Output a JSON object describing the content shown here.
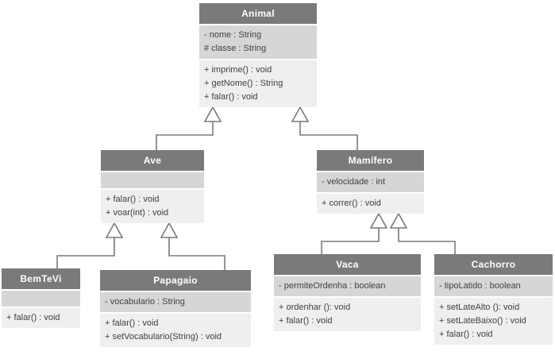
{
  "colors": {
    "canvas_bg": "#ffffff",
    "header_bg": "#7a7a7a",
    "header_text": "#ffffff",
    "attributes_bg": "#d6d6d6",
    "methods_bg": "#efefef",
    "member_text": "#3f3f3f",
    "line": "#7a7a7a"
  },
  "classes": [
    {
      "name": "Animal",
      "attributes": [
        "- nome : String",
        "# classe : String"
      ],
      "methods": [
        "+ imprime() : void",
        "+ getNome() : String",
        "+ falar() : void"
      ]
    },
    {
      "name": "Ave",
      "attributes": [],
      "methods": [
        "+ falar() : void",
        "+ voar(int) : void"
      ]
    },
    {
      "name": "Mamífero",
      "attributes": [
        "- velocidade : int"
      ],
      "methods": [
        "+ correr() : void"
      ]
    },
    {
      "name": "BemTeVi",
      "attributes": [],
      "methods": [
        "+ falar() : void"
      ]
    },
    {
      "name": "Papagaio",
      "attributes": [
        "- vocabulario : String"
      ],
      "methods": [
        "+ falar() : void",
        "+ setVocabulario(String) : void"
      ]
    },
    {
      "name": "Vaca",
      "attributes": [
        "- permiteOrdenha : boolean"
      ],
      "methods": [
        "+ ordenhar (): void",
        "+ falar() : void"
      ]
    },
    {
      "name": "Cachorro",
      "attributes": [
        "- tipoLatido : boolean"
      ],
      "methods": [
        "+ setLateAlto (): void",
        "+ setLateBaixo() : void",
        "+ falar() : void"
      ]
    }
  ],
  "relationships": [
    {
      "from": "Ave",
      "to": "Animal",
      "type": "generalization"
    },
    {
      "from": "Mamífero",
      "to": "Animal",
      "type": "generalization"
    },
    {
      "from": "BemTeVi",
      "to": "Ave",
      "type": "generalization"
    },
    {
      "from": "Papagaio",
      "to": "Ave",
      "type": "generalization"
    },
    {
      "from": "Vaca",
      "to": "Mamífero",
      "type": "generalization"
    },
    {
      "from": "Cachorro",
      "to": "Mamífero",
      "type": "generalization"
    }
  ]
}
